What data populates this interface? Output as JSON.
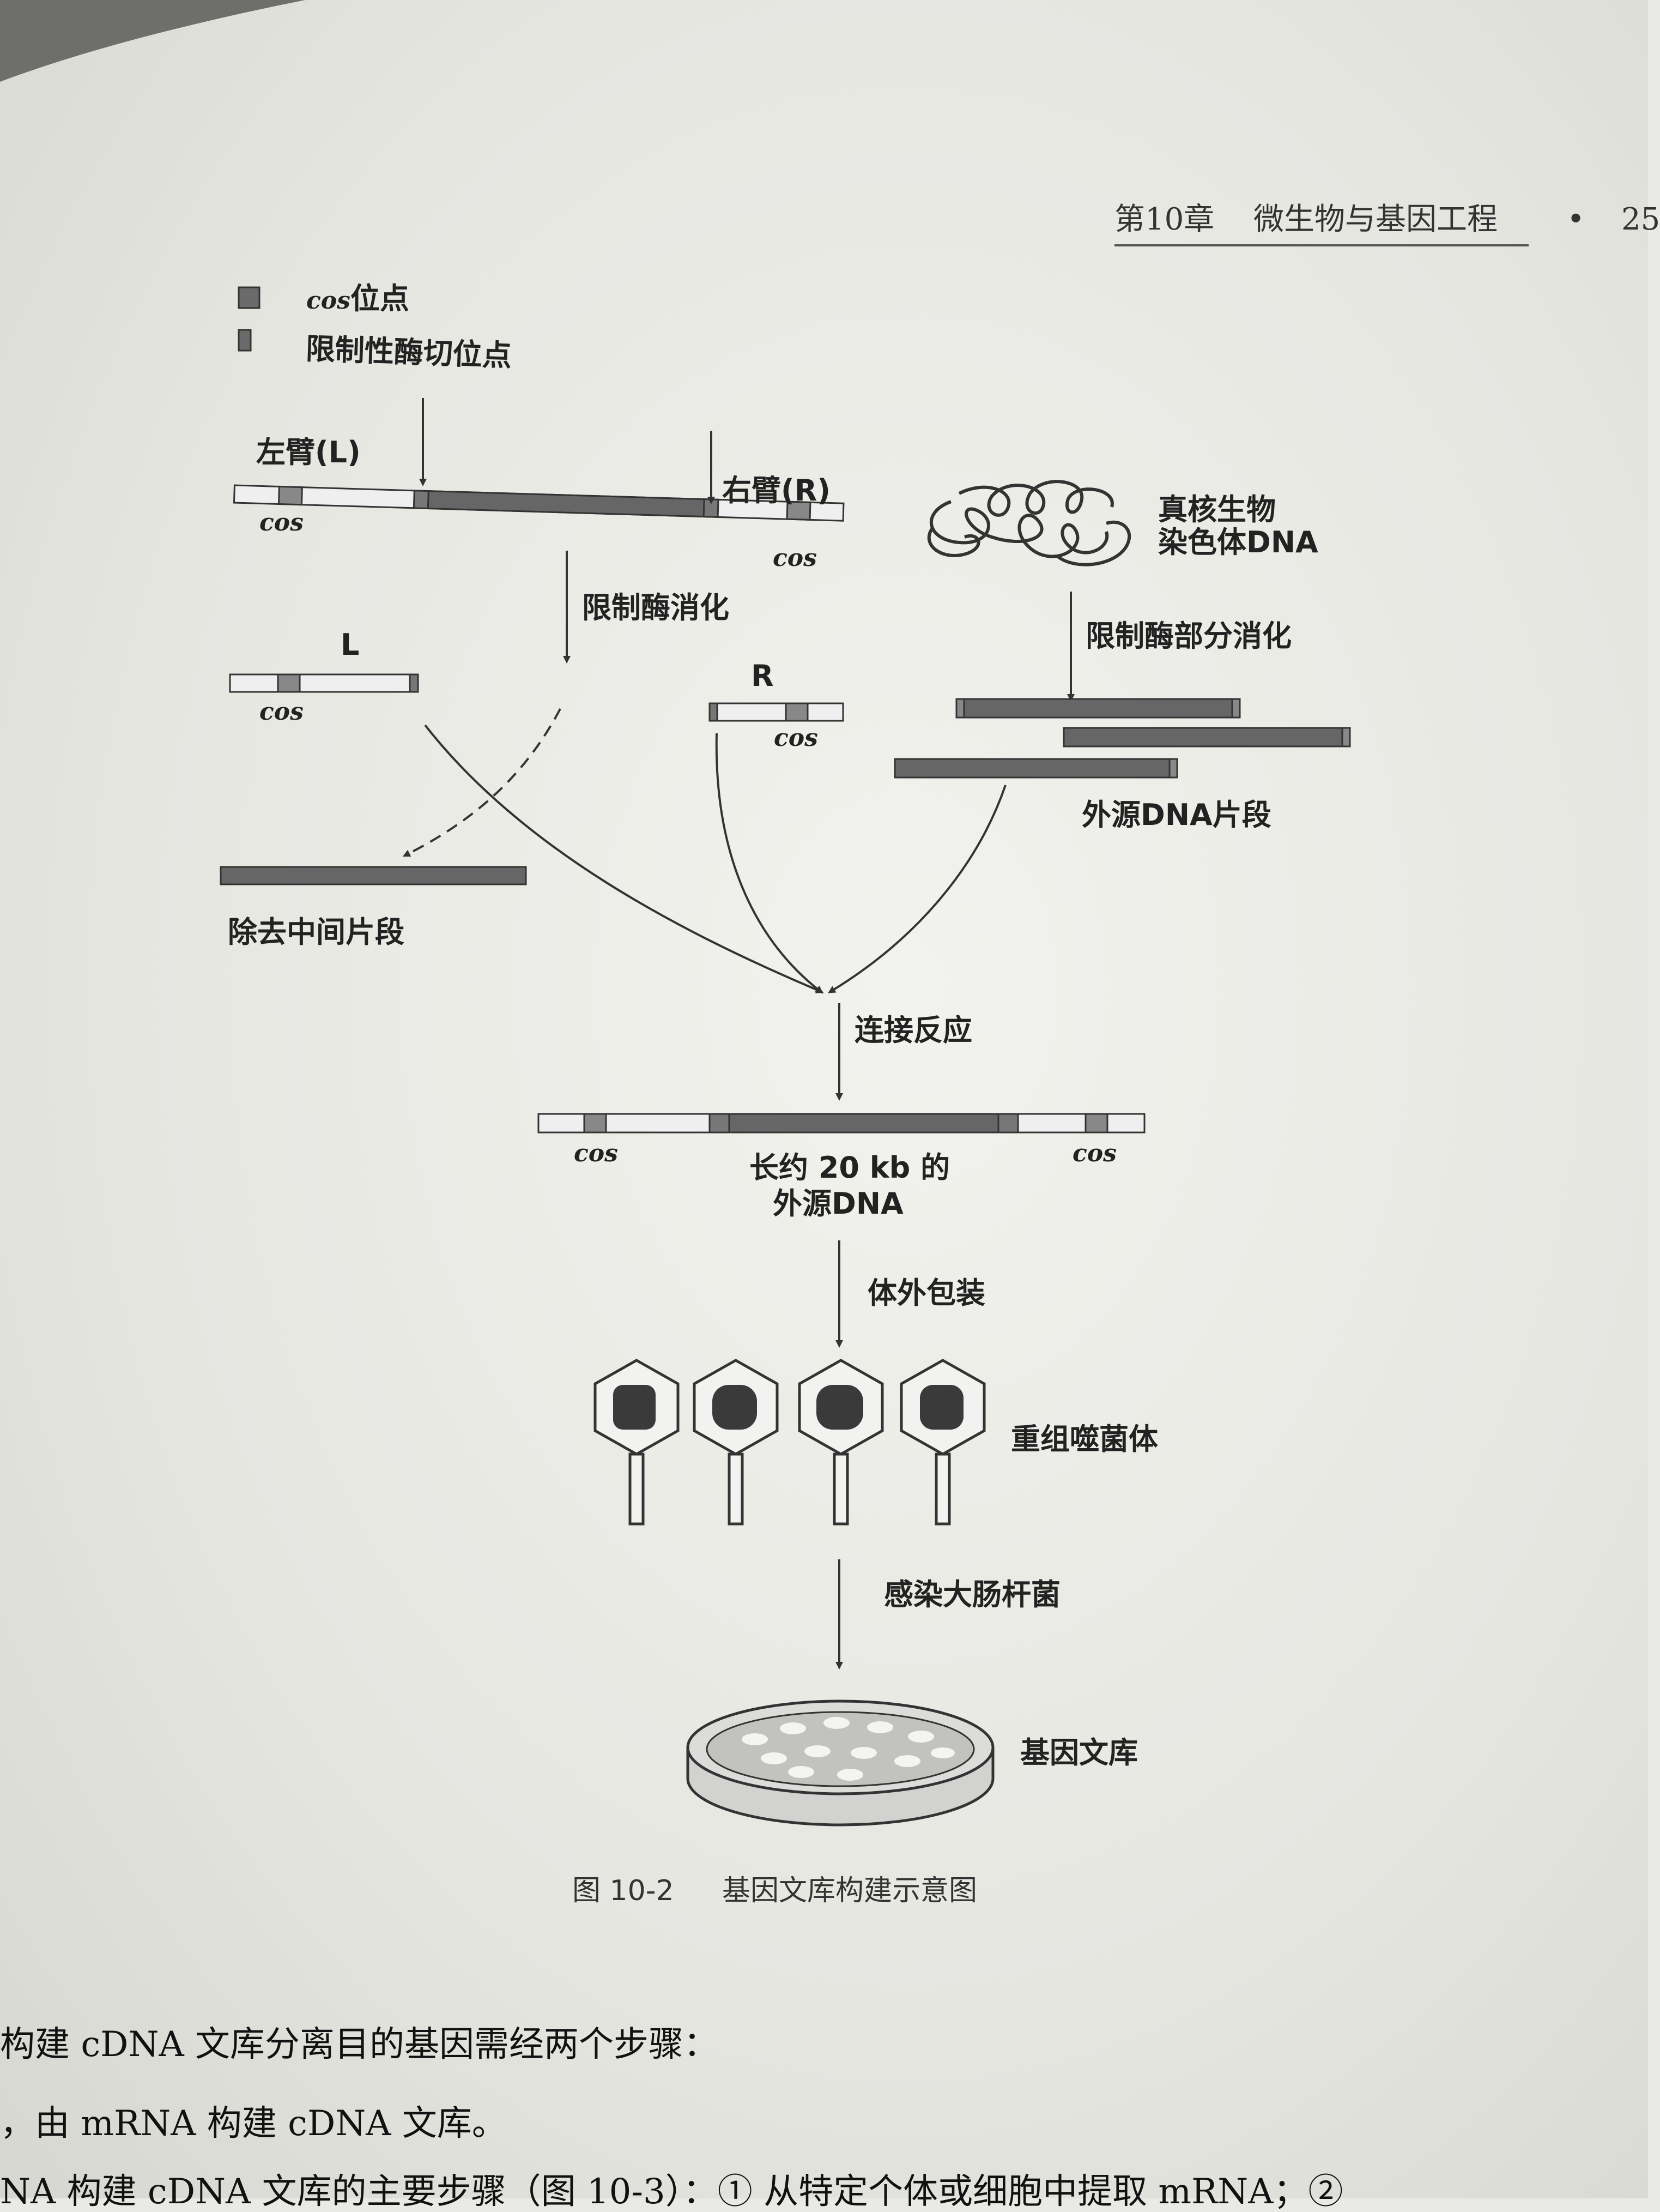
{
  "header": {
    "chapter": "第10章",
    "title": "微生物与基因工程",
    "bullet": "•",
    "page_number": "25"
  },
  "legend": {
    "cos_italic": "cos",
    "cos_suffix": "位点",
    "restriction": "限制性酶切位点"
  },
  "labels": {
    "left_arm": "左臂(L)",
    "right_arm": "右臂(R)",
    "cos": "cos",
    "eukaryote_line1": "真核生物",
    "eukaryote_line2": "染色体DNA",
    "restriction_digest": "限制酶消化",
    "partial_digest": "限制酶部分消化",
    "L": "L",
    "R": "R",
    "foreign_fragments": "外源DNA片段",
    "remove_middle": "除去中间片段",
    "ligation": "连接反应",
    "insert_line1": "长约 20 kb 的",
    "insert_line2": "外源DNA",
    "packaging": "体外包装",
    "phage": "重组噬菌体",
    "infect": "感染大肠杆菌",
    "library": "基因文库"
  },
  "caption": {
    "figure": "图 10-2",
    "title": "基因文库构建示意图"
  },
  "body_text": {
    "line1": "构建 cDNA 文库分离目的基因需经两个步骤：",
    "line2": "，由 mRNA 构建 cDNA 文库。",
    "line3": "NA 构建 cDNA 文库的主要步骤（图 10-3）：① 从特定个体或细胞中提取 mRNA；②"
  }
}
